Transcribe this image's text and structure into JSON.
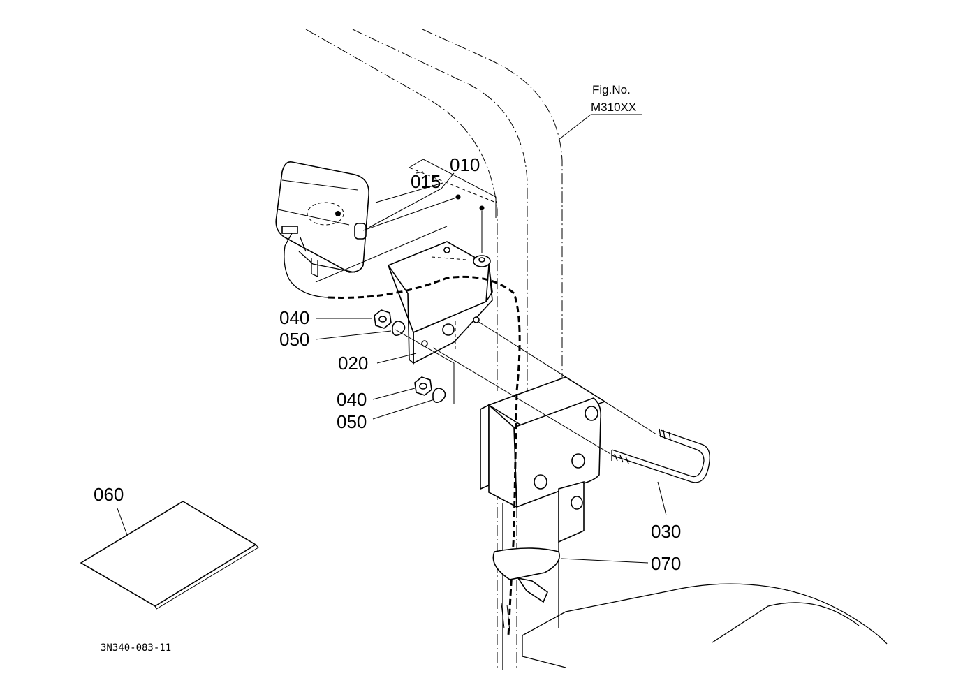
{
  "figure": {
    "fig_no_label": "Fig.No.",
    "fig_no_value": "M310XX",
    "drawing_ref": "3N340-083-11"
  },
  "callouts": {
    "p010": "010",
    "p015": "015",
    "p020": "020",
    "p030": "030",
    "p040_upper": "040",
    "p050_upper": "050",
    "p040_lower": "040",
    "p050_lower": "050",
    "p060": "060",
    "p070": "070"
  }
}
